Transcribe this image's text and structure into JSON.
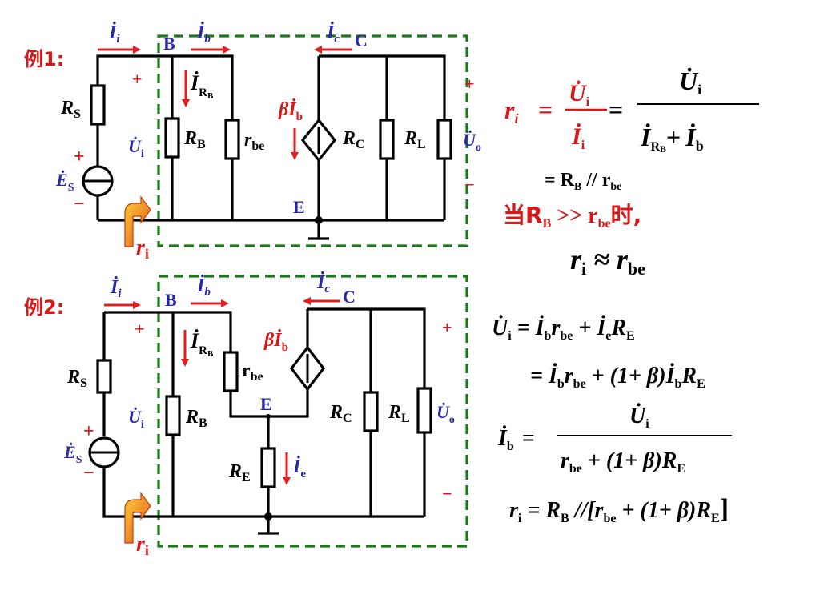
{
  "colors": {
    "red": "#d81818",
    "blue": "#2828a8",
    "green_dash": "#1a7a1a",
    "black": "#000000",
    "orange_arrow": "#f08c1a"
  },
  "ex1": {
    "title": "例1:",
    "Ii": "İ",
    "Ii_sub": "i",
    "Ib": "İ",
    "Ib_sub": "b",
    "Ic": "İ",
    "Ic_sub": "c",
    "node_B": "B",
    "node_C": "C",
    "node_E": "E",
    "IRB": "İ",
    "IRB_sub": "R",
    "IRB_subsub": "B",
    "RS": "R",
    "RS_sub": "S",
    "RB": "R",
    "RB_sub": "B",
    "rbe": "r",
    "rbe_sub": "be",
    "RC": "R",
    "RC_sub": "C",
    "RL": "R",
    "RL_sub": "L",
    "beta_Ib": "βİ",
    "beta_Ib_sub": "b",
    "Ui": "U̇",
    "Ui_sub": "i",
    "Uo": "U̇",
    "Uo_sub": "o",
    "Es": "Ė",
    "Es_sub": "S",
    "plus": "+",
    "minus": "−",
    "ri": "r",
    "ri_sub": "i"
  },
  "ex2": {
    "title": "例2:",
    "Ii": "İ",
    "Ii_sub": "i",
    "Ib": "İ",
    "Ib_sub": "b",
    "Ic": "İ",
    "Ic_sub": "c",
    "node_B": "B",
    "node_C": "C",
    "node_E": "E",
    "IRB": "İ",
    "IRB_sub": "R",
    "IRB_subsub": "B",
    "RS": "R",
    "RS_sub": "S",
    "RB": "R",
    "RB_sub": "B",
    "rbe": "r",
    "rbe_sub": "be",
    "RE": "R",
    "RE_sub": "E",
    "Ie": "İ",
    "Ie_sub": "e",
    "RC": "R",
    "RC_sub": "C",
    "RL": "R",
    "RL_sub": "L",
    "beta_Ib": "βİ",
    "beta_Ib_sub": "b",
    "Ui": "U̇",
    "Ui_sub": "i",
    "Uo": "U̇",
    "Uo_sub": "o",
    "Es": "Ė",
    "Es_sub": "S",
    "plus": "+",
    "minus": "−",
    "ri": "r",
    "ri_sub": "i"
  },
  "formula1": {
    "lhs": "r",
    "lhs_sub": "i",
    "eq": "=",
    "num1": "U̇",
    "num1_sub": "i",
    "den1": "İ",
    "den1_sub": "i",
    "num2": "U̇",
    "num2_sub": "i",
    "den2a": "İ",
    "den2a_sub": "R",
    "den2a_subsub": "B",
    "den2_plus": "+",
    "den2b": "İ",
    "den2b_sub": "b",
    "line2": "= R",
    "line2_sub": "B",
    "line2_rest": " // r",
    "line2_sub2": "be",
    "cond_pre": "当R",
    "cond_sub": "B",
    "cond_mid": " >> r",
    "cond_sub2": "be",
    "cond_post": "时,",
    "approx_r": "r",
    "approx_sub": "i",
    "approx_sym": " ≈ r",
    "approx_sub2": "be"
  },
  "formula2": {
    "l1": "U̇",
    "l1_sub": "i",
    "l1_rest1": " = İ",
    "l1_sub2": "b",
    "l1_rest2": "r",
    "l1_sub3": "be",
    "l1_rest3": " + İ",
    "l1_sub4": "e",
    "l1_rest4": "R",
    "l1_sub5": "E",
    "l2": "= İ",
    "l2_sub": "b",
    "l2_rest1": "r",
    "l2_sub2": "be",
    "l2_rest2": " + (1+ β)İ",
    "l2_sub3": "b",
    "l2_rest3": "R",
    "l2_sub4": "E",
    "l3_lhs": "İ",
    "l3_lhs_sub": "b",
    "l3_eq": "=",
    "l3_num": "U̇",
    "l3_num_sub": "i",
    "l3_den": "r",
    "l3_den_sub": "be",
    "l3_den_rest": " + (1+ β)R",
    "l3_den_sub2": "E",
    "l4": "r",
    "l4_sub": "i",
    "l4_rest1": " = R",
    "l4_sub2": "B",
    "l4_rest2": " //[r",
    "l4_sub3": "be",
    "l4_rest3": " + (1+ β)R",
    "l4_sub4": "E",
    "l4_rest4": "]"
  }
}
